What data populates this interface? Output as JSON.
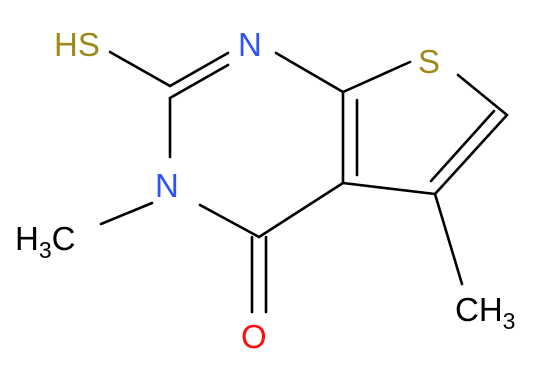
{
  "atoms": {
    "sh": "HS",
    "n1": "N",
    "s_ring": "S",
    "n3": "N",
    "o": "O",
    "h3c_h": "H",
    "h3c_sub": "3",
    "h3c_c": "C",
    "ch3_c": "CH",
    "ch3_sub": "3"
  },
  "colors": {
    "bond": "#000000",
    "nitrogen": "#3050F8",
    "sulfur": "#9C8A1E",
    "oxygen": "#FF0D0D",
    "carbon": "#000000"
  }
}
